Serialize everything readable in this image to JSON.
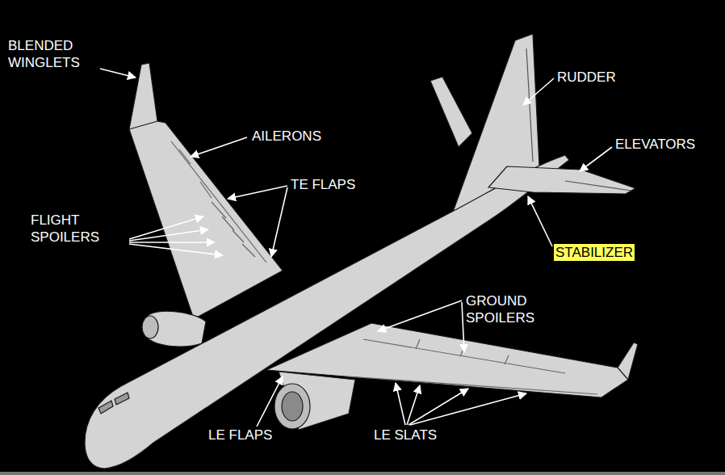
{
  "diagram": {
    "labels": [
      "BLENDED WINGLETS",
      "AILERONS",
      "TE FLAPS",
      "FLIGHT SPOILERS",
      "RUDDER",
      "ELEVATORS",
      "STABILIZER",
      "GROUND SPOILERS",
      "LE FLAPS",
      "LE SLATS"
    ]
  }
}
